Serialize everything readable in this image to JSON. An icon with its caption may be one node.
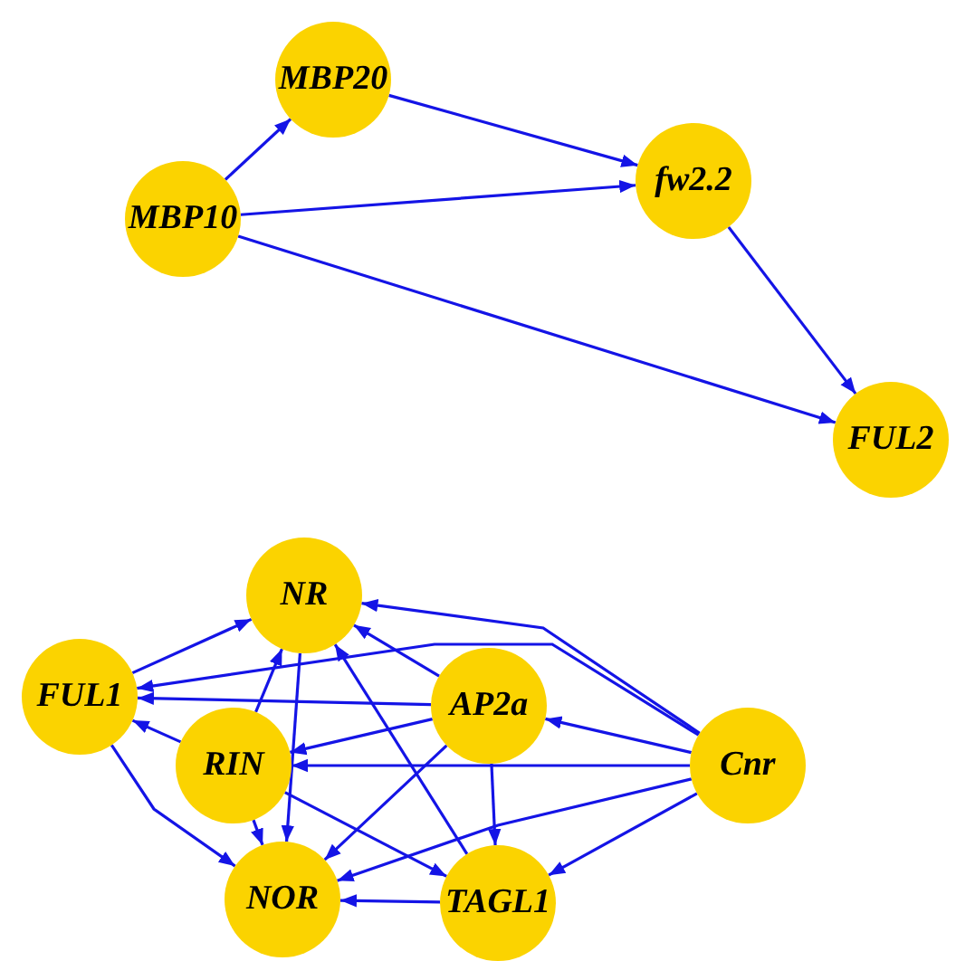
{
  "diagram": {
    "nodes": [
      {
        "text": [
          "MBP20"
        ]
      },
      {
        "text": [
          "MBP10"
        ]
      },
      {
        "text": [
          "fw2.2"
        ]
      },
      {
        "text": [
          "FUL2"
        ]
      },
      {
        "text": [
          "NR"
        ]
      },
      {
        "text": [
          "FUL1"
        ]
      },
      {
        "text": [
          "AP2a"
        ]
      },
      {
        "text": [
          "RIN"
        ]
      },
      {
        "text": [
          "Cnr"
        ]
      },
      {
        "text": [
          "NOR"
        ]
      },
      {
        "text": [
          "TAGL1"
        ]
      }
    ],
    "edges": [
      {
        "from": 1,
        "to": 0,
        "arrow": "to"
      },
      {
        "from": 0,
        "to": 2,
        "arrow": "to"
      },
      {
        "from": 1,
        "to": 2,
        "arrow": "to"
      },
      {
        "from": 1,
        "to": 3,
        "arrow": "to"
      },
      {
        "from": 2,
        "to": 3,
        "arrow": "to"
      },
      {
        "from": 5,
        "to": 4,
        "arrow": "to"
      },
      {
        "from": 6,
        "to": 4,
        "arrow": "to"
      },
      {
        "from": 8,
        "to": 4,
        "arrow": "to"
      },
      {
        "from": 7,
        "to": 4,
        "arrow": "to"
      },
      {
        "from": 10,
        "to": 4,
        "arrow": "to"
      },
      {
        "from": 6,
        "to": 5,
        "arrow": "to"
      },
      {
        "from": 8,
        "to": 5,
        "arrow": "to"
      },
      {
        "from": 7,
        "to": 5,
        "arrow": "to"
      },
      {
        "from": 4,
        "to": 9,
        "arrow": "to"
      },
      {
        "from": 6,
        "to": 7,
        "arrow": "to"
      },
      {
        "from": 8,
        "to": 6,
        "arrow": "to"
      },
      {
        "from": 8,
        "to": 7,
        "arrow": "to"
      },
      {
        "from": 6,
        "to": 9,
        "arrow": "to"
      },
      {
        "from": 6,
        "to": 10,
        "arrow": "to"
      },
      {
        "from": 8,
        "to": 9,
        "arrow": "to"
      },
      {
        "from": 8,
        "to": 10,
        "arrow": "to"
      },
      {
        "from": 10,
        "to": 9,
        "arrow": "to"
      },
      {
        "from": 7,
        "to": 9,
        "arrow": "to"
      },
      {
        "from": 7,
        "to": 10,
        "arrow": "to"
      },
      {
        "from": 5,
        "to": 9,
        "arrow": "to"
      }
    ]
  }
}
